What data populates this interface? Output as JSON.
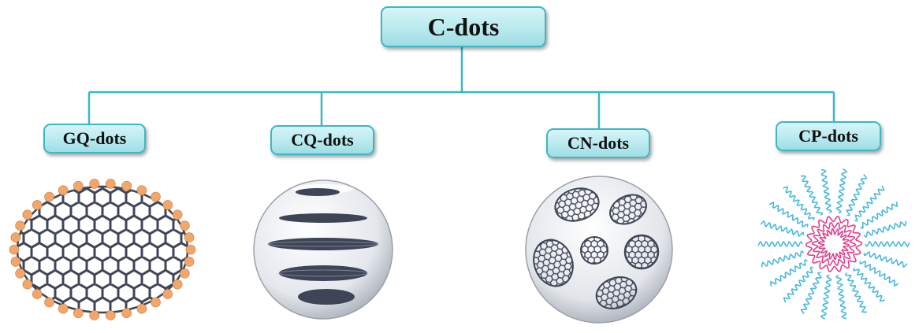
{
  "root": {
    "label": "C-dots"
  },
  "children": [
    {
      "id": "gq",
      "label": "GQ-dots",
      "illustration": "graphene-quantum-dot-sheet"
    },
    {
      "id": "cq",
      "label": "CQ-dots",
      "illustration": "carbon-quantum-dot-stacked-layers-sphere"
    },
    {
      "id": "cn",
      "label": "CN-dots",
      "illustration": "carbon-nanodot-fullerene-sphere"
    },
    {
      "id": "cp",
      "label": "CP-dots",
      "illustration": "carbonized-polymer-dot"
    }
  ],
  "colors": {
    "connector": "#3bb7c5",
    "node_fill": "#b9eaef",
    "lattice": "#3d4556",
    "edge_atom": "#f2a66a",
    "polymer_core": "#e0408a",
    "polymer_chain": "#4ab8dc"
  }
}
